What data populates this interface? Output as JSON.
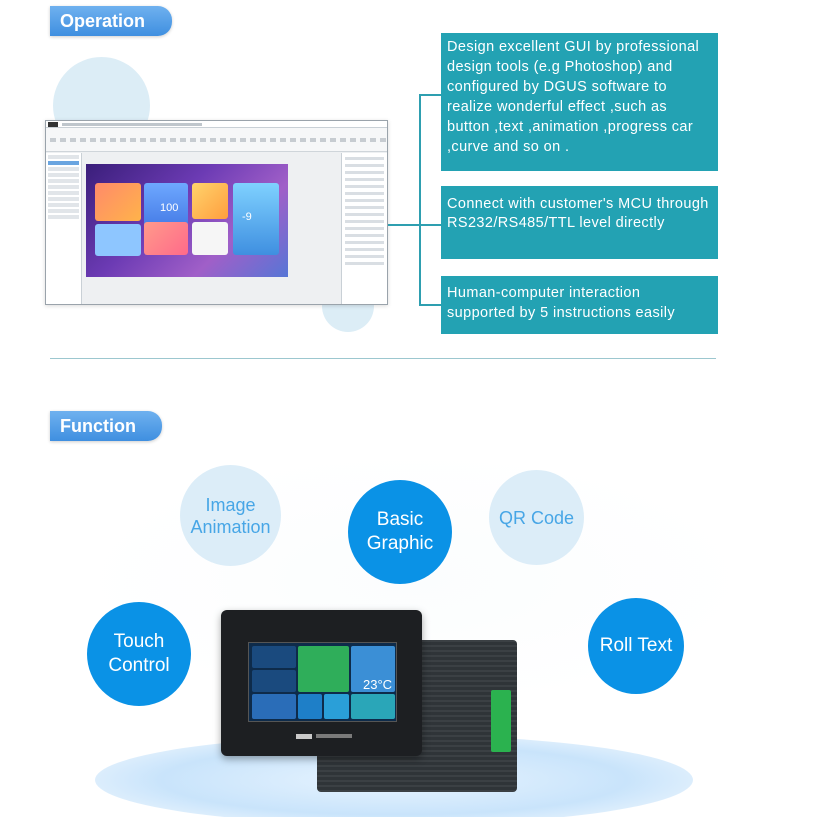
{
  "operation": {
    "tag": "Operation",
    "info_boxes": [
      "Design excellent GUI by professional design tools (e.g Photoshop) and configured by DGUS software to realize wonderful effect ,such as button ,text ,animation ,progress car ,curve and so on .",
      "Connect with customer's MCU through RS232/RS485/TTL level directly",
      "Human-computer interaction supported by 5 instructions easily"
    ],
    "screenshot": {
      "tile_value_1": "100",
      "tile_value_2": "-9"
    }
  },
  "function": {
    "tag": "Function",
    "features": {
      "image_animation": [
        "Image",
        "Animation"
      ],
      "basic_graphic": [
        "Basic",
        "Graphic"
      ],
      "qr_code": "QR Code",
      "touch_control": [
        "Touch",
        "Control"
      ],
      "roll_text": "Roll Text"
    },
    "device": {
      "temperature": "23°C"
    }
  },
  "colors": {
    "tag_blue": "#3f8fe0",
    "info_teal": "#23a2b3",
    "bubble_dark": "#0a92e6",
    "bubble_light": "#dcedf8"
  }
}
